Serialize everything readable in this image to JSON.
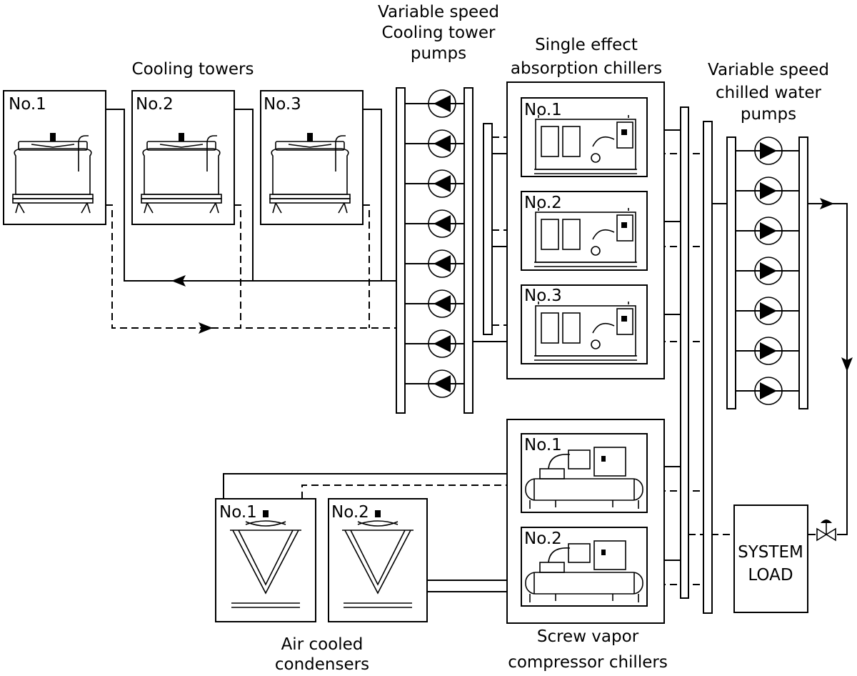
{
  "labels": {
    "cooling_towers": "Cooling towers",
    "ct_pumps": [
      "Variable speed",
      "Cooling tower",
      "pumps"
    ],
    "absorption": [
      "Single effect",
      "absorption chillers"
    ],
    "chw_pumps": [
      "Variable speed",
      "chilled water",
      "pumps"
    ],
    "air_cooled": [
      "Air cooled",
      "condensers"
    ],
    "screw": [
      "Screw vapor",
      "compressor chillers"
    ],
    "system_load": [
      "SYSTEM",
      "LOAD"
    ]
  },
  "cooling_towers": [
    "No.1",
    "No.2",
    "No.3"
  ],
  "absorption_chillers": [
    "No.1",
    "No.2",
    "No.3"
  ],
  "screw_chillers": [
    "No.1",
    "No.2"
  ],
  "air_cooled_condensers": [
    "No.1",
    "No.2"
  ],
  "ct_pump_count": 8,
  "chw_pump_count": 7
}
